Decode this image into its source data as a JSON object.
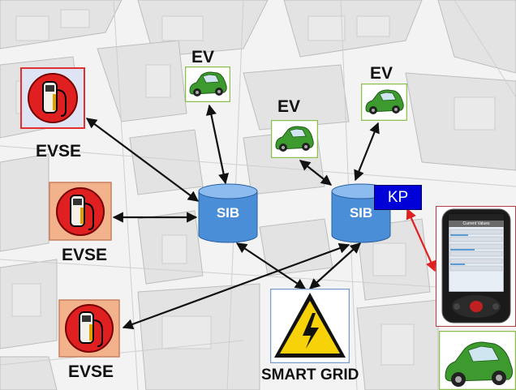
{
  "labels": {
    "ev_1": "EV",
    "ev_2": "EV",
    "ev_3": "EV",
    "evse_1": "EVSE",
    "evse_2": "EVSE",
    "evse_3": "EVSE",
    "sib_1": "SIB",
    "sib_2": "SIB",
    "kp": "KP",
    "smart_grid": "SMART GRID"
  },
  "phone": {
    "header": "Current Values",
    "rows": [
      "",
      "",
      "",
      "",
      "",
      ""
    ]
  },
  "colors": {
    "evse_red": "#e02020",
    "evse_frame_red": "#e03030",
    "evse_frame_peach": "#f2b38c",
    "car_green": "#3d9a2e",
    "car_frame": "#8cbf50",
    "sib_blue": "#4a8ed8",
    "kp_blue": "#0000d8",
    "hazard_yellow": "#f7d208",
    "connector_black": "#111111",
    "kp_link_red": "#e02020",
    "phone_frame": "#b04040"
  },
  "icons": [
    "charging-station-icon",
    "car-icon",
    "database-icon",
    "high-voltage-icon",
    "smartphone-icon"
  ]
}
